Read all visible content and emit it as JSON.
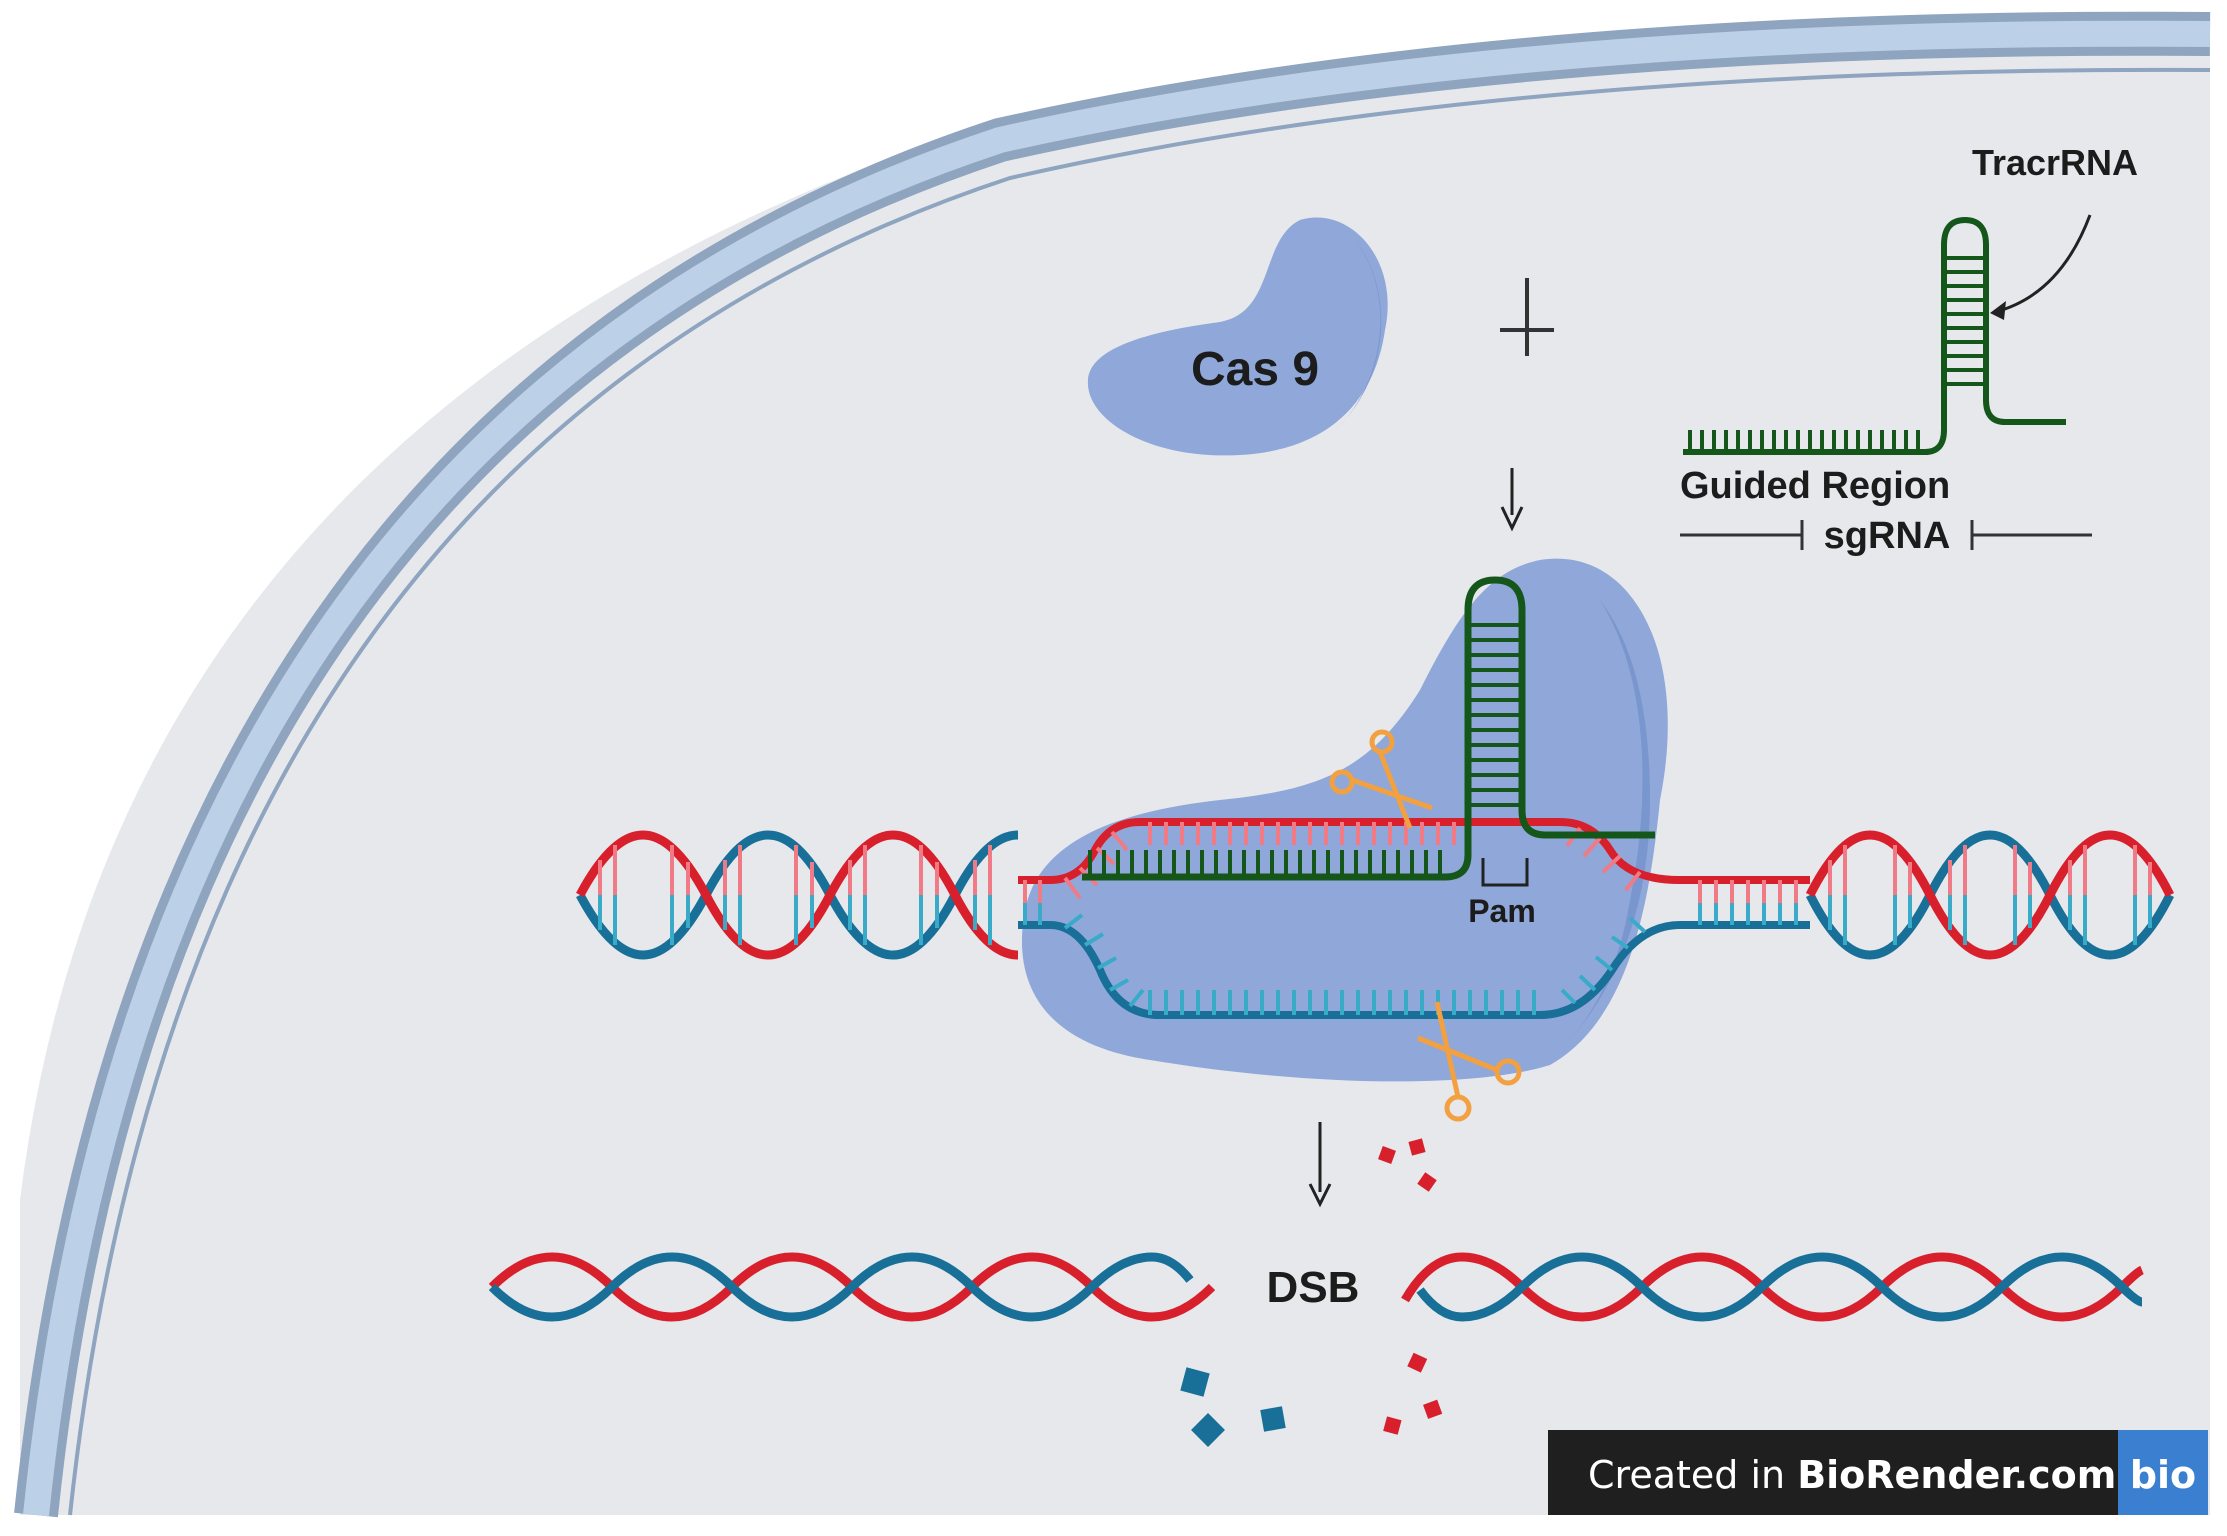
{
  "labels": {
    "cas9": "Cas 9",
    "plus": "+",
    "tracr": "TracrRNA",
    "guided": "Guided Region",
    "sgrna": "sgRNA",
    "pam": "Pam",
    "dsb": "DSB"
  },
  "watermark": {
    "prefix": "Created in ",
    "brand": "BioRender.com",
    "logo": "bio"
  },
  "colors": {
    "nucleus_fill": "#e6e8ec",
    "envelope_outer": "#8ea4bf",
    "envelope_inner": "#bcd0e7",
    "protein": "#8fa8d9",
    "protein_shade": "#7a96cf",
    "rna": "#15571b",
    "dna_red": "#d8202c",
    "dna_blue": "#186f98",
    "dna_rung_red": "#f07a85",
    "dna_rung_blue": "#39aac8",
    "scissors": "#f2a040",
    "badge_bg": "#1f1f1f",
    "badge_logo": "#3a7fd0"
  },
  "icons": [
    "cas9-protein",
    "hairpin-rna",
    "scissors-icon",
    "arrow-down-icon",
    "dna-helix",
    "dna-fragment"
  ]
}
